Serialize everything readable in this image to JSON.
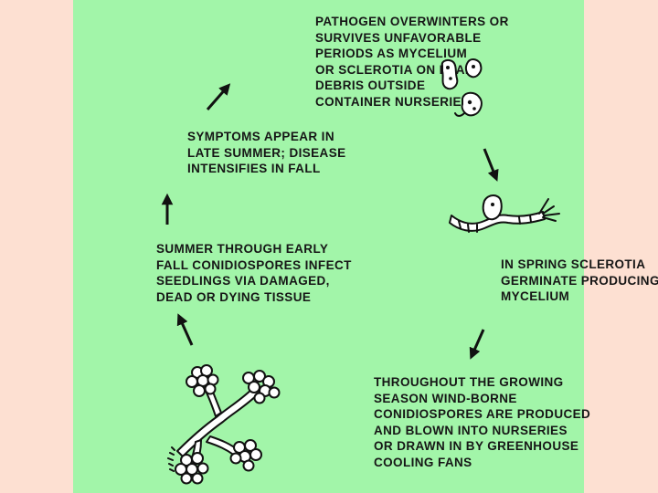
{
  "steps": [
    {
      "lines": [
        "PATHOGEN OVERWINTERS OR",
        "SURVIVES UNFAVORABLE",
        "PERIODS AS MYCELIUM",
        "OR SCLEROTIA ON PLANT",
        "DEBRIS OUTSIDE",
        "CONTAINER NURSERIES"
      ]
    },
    {
      "lines": [
        "IN SPRING SCLEROTIA",
        "GERMINATE PRODUCING",
        "MYCELIUM"
      ]
    },
    {
      "lines": [
        "THROUGHOUT THE GROWING",
        "SEASON WIND-BORNE",
        "CONIDIOSPORES ARE PRODUCED",
        "AND BLOWN INTO NURSERIES",
        "OR DRAWN IN BY GREENHOUSE",
        "COOLING FANS"
      ]
    },
    {
      "lines": [
        "SUMMER THROUGH EARLY",
        "FALL CONIDIOSPORES INFECT",
        "SEEDLINGS VIA DAMAGED,",
        "DEAD OR DYING TISSUE"
      ]
    },
    {
      "lines": [
        "SYMPTOMS APPEAR IN",
        "LATE SUMMER; DISEASE",
        "INTENSIFIES IN FALL"
      ]
    }
  ],
  "icons": [
    "sclerotia-icon",
    "germinating-mycelium-icon",
    "conidiophore-icon"
  ],
  "colors": {
    "panel": "#a2f5a9",
    "background": "#fde0d2",
    "ink": "#161616"
  }
}
